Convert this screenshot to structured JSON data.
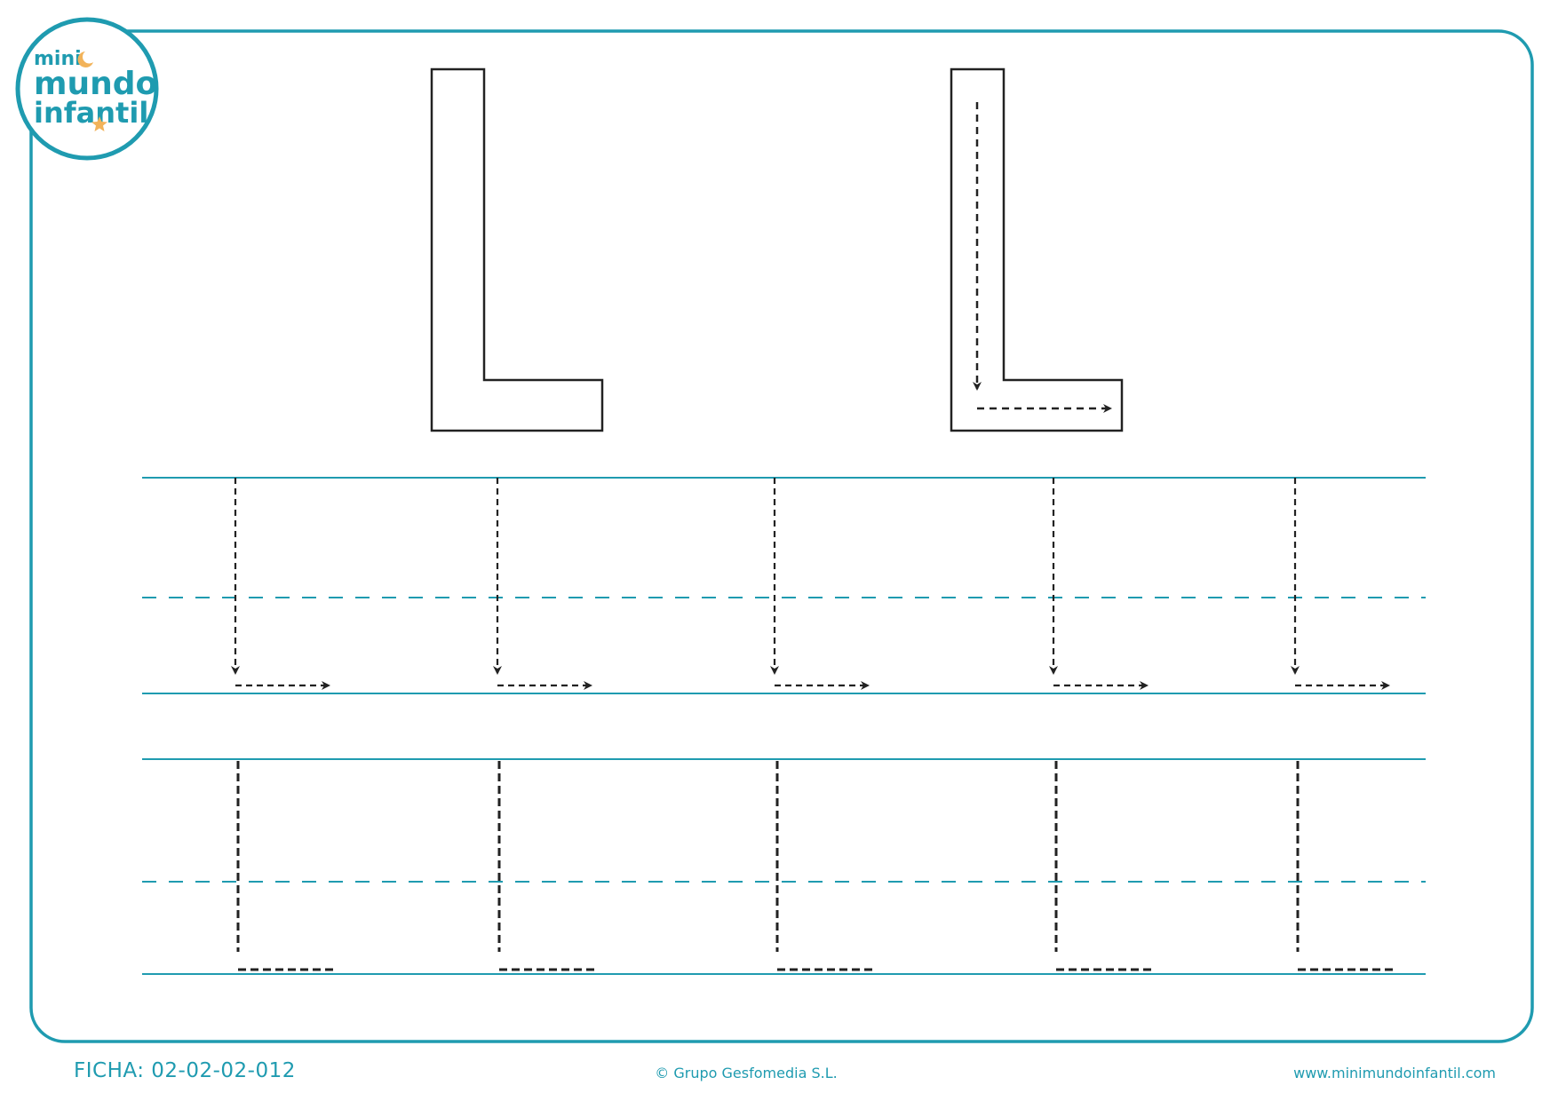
{
  "worksheet": {
    "letter": "L",
    "practice_columns": 5,
    "practice_rows": 2
  },
  "logo": {
    "line1": "mini",
    "line2": "mundo",
    "line3": "infantil"
  },
  "footer": {
    "code": "FICHA: 02-02-02-012",
    "copyright": "© Grupo Gesfomedia S.L.",
    "website": "www.minimundoinfantil.com"
  },
  "colors": {
    "accent": "#1f9bb0",
    "ink": "#222222",
    "logo_star": "#f2b35a"
  }
}
